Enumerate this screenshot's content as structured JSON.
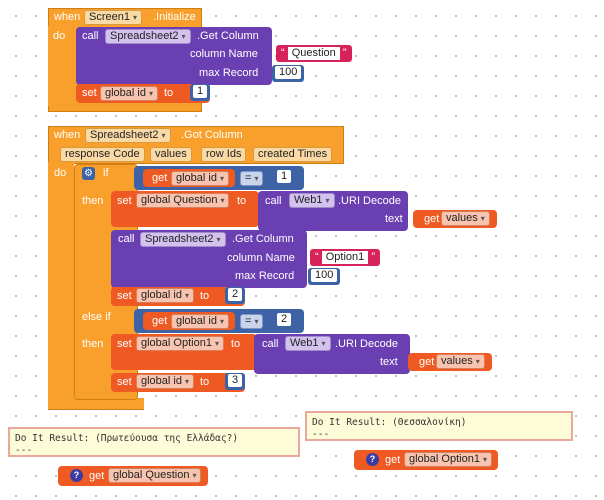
{
  "block1": {
    "when": "when",
    "component": "Screen1",
    "event": ".Initialize",
    "do": "do",
    "call": "call",
    "spreadsheet": "Spreadsheet2",
    "method": ".Get Column",
    "column_name_label": "column Name",
    "column_name_value": "Question",
    "max_record_label": "max Record",
    "max_record_value": "100",
    "set": "set",
    "var": "global id",
    "to": "to",
    "set_value": "1"
  },
  "block2": {
    "when": "when",
    "component": "Spreadsheet2",
    "event": ".Got Column",
    "params": [
      "response Code",
      "values",
      "row Ids",
      "created Times"
    ],
    "do": "do",
    "if": "if",
    "then": "then",
    "else_if": "else if",
    "get": "get",
    "var_id": "global id",
    "eq": "=",
    "cond1_value": "1",
    "cond2_value": "2",
    "set": "set",
    "to": "to",
    "var_question": "global Question",
    "var_option": "global Option1",
    "call": "call",
    "web": "Web1",
    "uri_decode": ".URI Decode",
    "text": "text",
    "values": "values",
    "spreadsheet": "Spreadsheet2",
    "get_column": ".Get Column",
    "column_name_label": "column Name",
    "column_name_value": "Option1",
    "max_record_label": "max Record",
    "max_record_value": "100",
    "set_id_value1": "2",
    "set_id_value2": "3"
  },
  "result1": {
    "line1": "Do It Result: (Πρωτεύουσα της Ελλάδας?)",
    "line2": "---"
  },
  "result2": {
    "line1": "Do It Result: (Θεσσαλονίκη)",
    "line2": "---"
  },
  "getter1": {
    "get": "get",
    "var": "global Question",
    "icon": "?"
  },
  "getter2": {
    "get": "get",
    "var": "global Option1",
    "icon": "?"
  },
  "colors": {
    "event": "#f8a02b",
    "procedure": "#6a3fb2",
    "variable": "#ef5a23",
    "text": "#d6245a",
    "math": "#3d63a6"
  }
}
